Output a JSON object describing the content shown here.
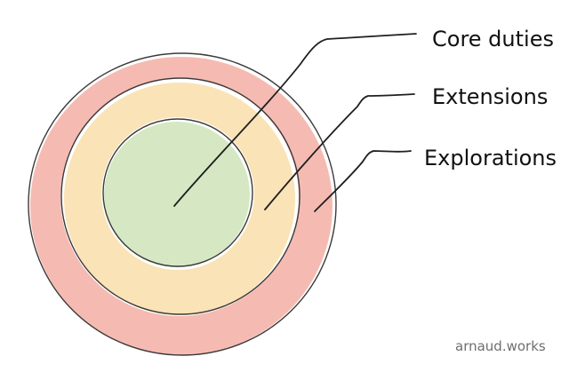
{
  "diagram": {
    "labels": {
      "core": "Core duties",
      "extensions": "Extensions",
      "explorations": "Explorations"
    },
    "watermark": "arnaud.works",
    "colors": {
      "core_fill": "#D6E8C3",
      "extensions_fill": "#FAE3B6",
      "explorations_fill": "#F5BBB3",
      "line": "#1F1F1F"
    }
  }
}
